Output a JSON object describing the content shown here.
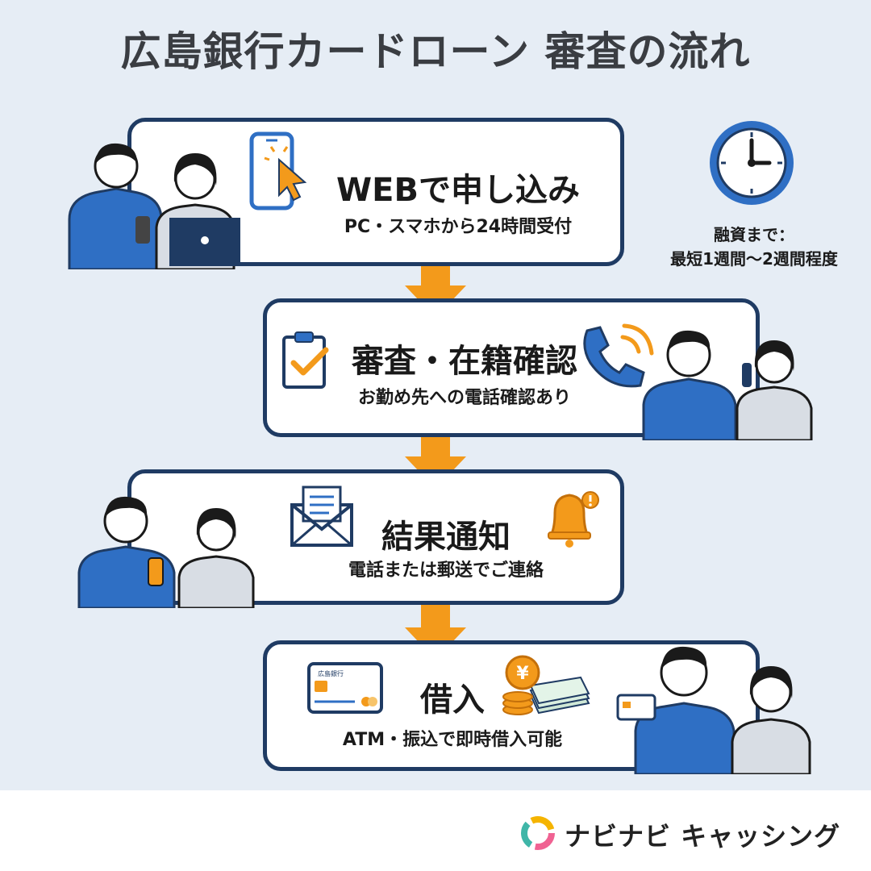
{
  "title": "広島銀行カードローン 審査の流れ",
  "steps": [
    {
      "title": "WEBで申し込み",
      "subtitle": "PC・スマホから24時間受付"
    },
    {
      "title": "審査・在籍確認",
      "subtitle": "お勤め先への電話確認あり"
    },
    {
      "title": "結果通知",
      "subtitle": "電話または郵送でご連絡"
    },
    {
      "title": "借入",
      "subtitle": "ATM・振込で即時借入可能"
    }
  ],
  "timeline_note": {
    "line1": "融資まで：",
    "line2": "最短1週間〜2週間程度"
  },
  "card_label": "広島銀行",
  "yen_symbol": "¥",
  "brand": {
    "name": "ナビナビ キャッシング"
  },
  "colors": {
    "accent": "#f39a1b",
    "border": "#1f3b63",
    "blue": "#2f6fc4",
    "background": "#e6edf5"
  }
}
